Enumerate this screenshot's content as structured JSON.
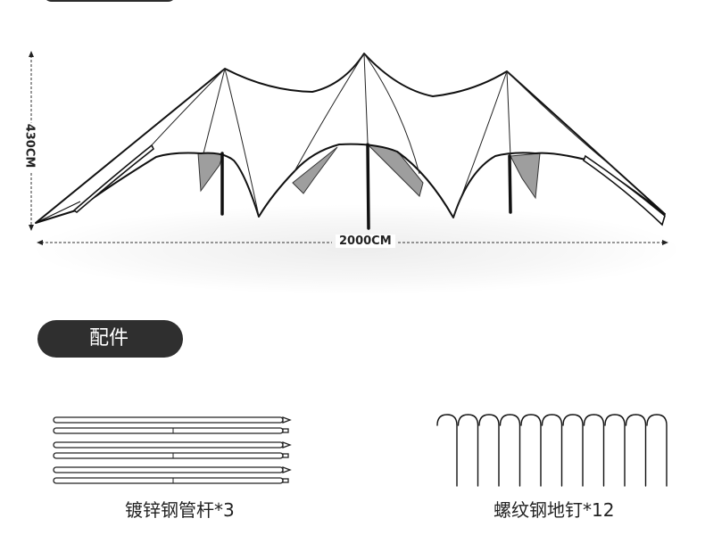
{
  "dimensions": {
    "width": "2000CM",
    "height": "430CM"
  },
  "section": {
    "title": "配件"
  },
  "accessories": [
    {
      "label": "镀锌钢管杆*3",
      "icon": "steel-poles"
    },
    {
      "label": "螺纹钢地钉*12",
      "icon": "ground-stakes"
    }
  ]
}
